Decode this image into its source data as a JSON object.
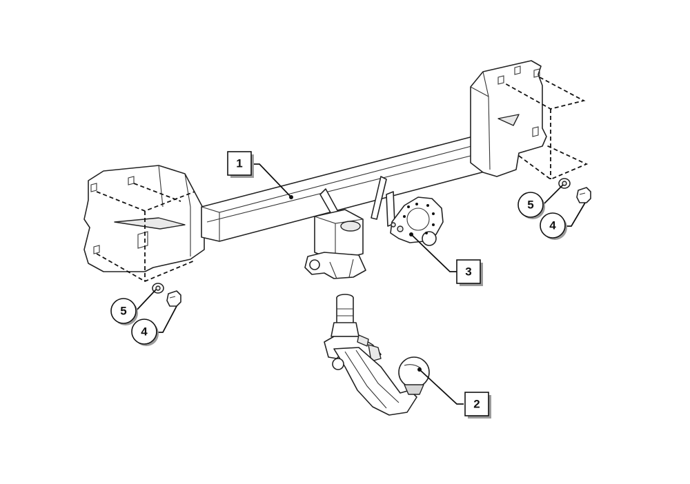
{
  "callouts": [
    {
      "id": "part-1",
      "label": "1"
    },
    {
      "id": "part-2",
      "label": "2"
    },
    {
      "id": "part-3",
      "label": "3"
    },
    {
      "id": "part-4-left",
      "label": "4"
    },
    {
      "id": "part-5-left",
      "label": "5"
    },
    {
      "id": "part-4-right",
      "label": "4"
    },
    {
      "id": "part-5-right",
      "label": "5"
    }
  ]
}
